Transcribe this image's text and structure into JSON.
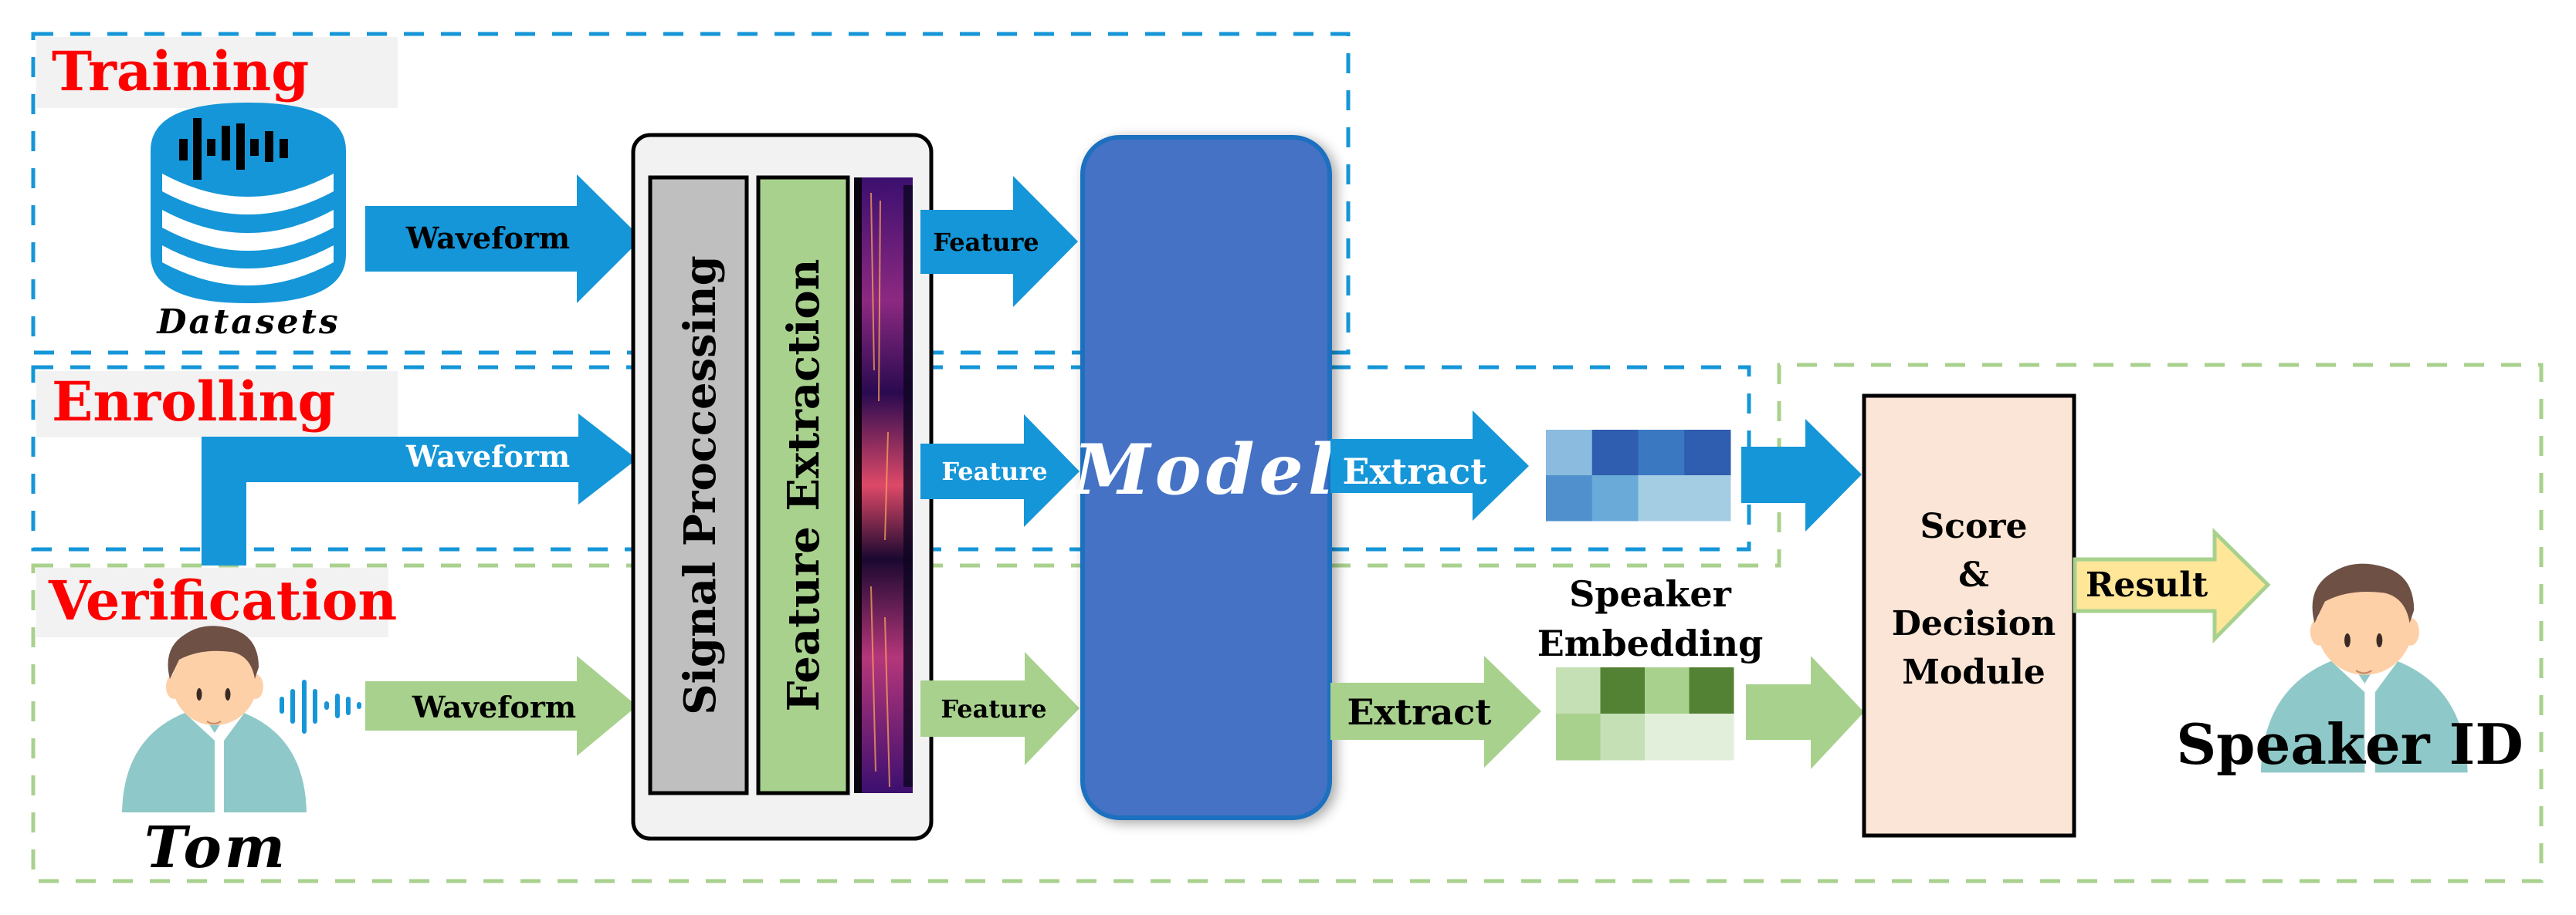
{
  "stages": {
    "training": {
      "label": "Training"
    },
    "enrolling": {
      "label": "Enrolling"
    },
    "verification": {
      "label": "Verification"
    }
  },
  "training_source": {
    "icon": "database-waveform-icon",
    "label": "Datasets"
  },
  "verification_source": {
    "icon": "person-avatar-icon",
    "label": "Tom",
    "sound_icon": "soundwave-icon"
  },
  "arrows": {
    "training_waveform": "Waveform",
    "enrolling_waveform": "Waveform",
    "verification_waveform": "Waveform",
    "training_feature": "Feature",
    "enrolling_feature": "Feature",
    "verification_feature": "Feature",
    "enrolling_extract": "Extract",
    "verification_extract": "Extract",
    "result": "Result"
  },
  "processing": {
    "signal_processing": "Signal Proccessing",
    "feature_extraction": "Feature Extraction",
    "spectrogram_icon": "spectrogram-icon"
  },
  "model": {
    "label": "Model"
  },
  "embedding": {
    "label_line1": "Speaker",
    "label_line2": "Embedding",
    "enroll_cells": [
      [
        "#8bbbde",
        "#2f5db0",
        "#3a78c2",
        "#2f5db0"
      ],
      [
        "#5090cc",
        "#6aaad8",
        "#a4cde4",
        "#a4cde4"
      ]
    ],
    "verify_cells": [
      [
        "#c5e0b4",
        "#548235",
        "#a9d18e",
        "#548235"
      ],
      [
        "#a9d18e",
        "#c5e0b4",
        "#e2efda",
        "#e2efda"
      ]
    ]
  },
  "decision": {
    "line1": "Score",
    "line2": "&",
    "line3": "Decision",
    "line4": "Module"
  },
  "output": {
    "icon": "person-avatar-icon",
    "label": "Speaker ID"
  },
  "colors": {
    "blue_arrow": "#1596d8",
    "green_arrow": "#a9d18e",
    "stage_label": "#ff0000",
    "model_fill": "#4472c4",
    "model_border": "#1f6fbf",
    "decision_fill": "#fbe5d6",
    "result_fill": "#ffe699",
    "signal_box": "#bfbfbf",
    "feature_box": "#a9d18e"
  }
}
